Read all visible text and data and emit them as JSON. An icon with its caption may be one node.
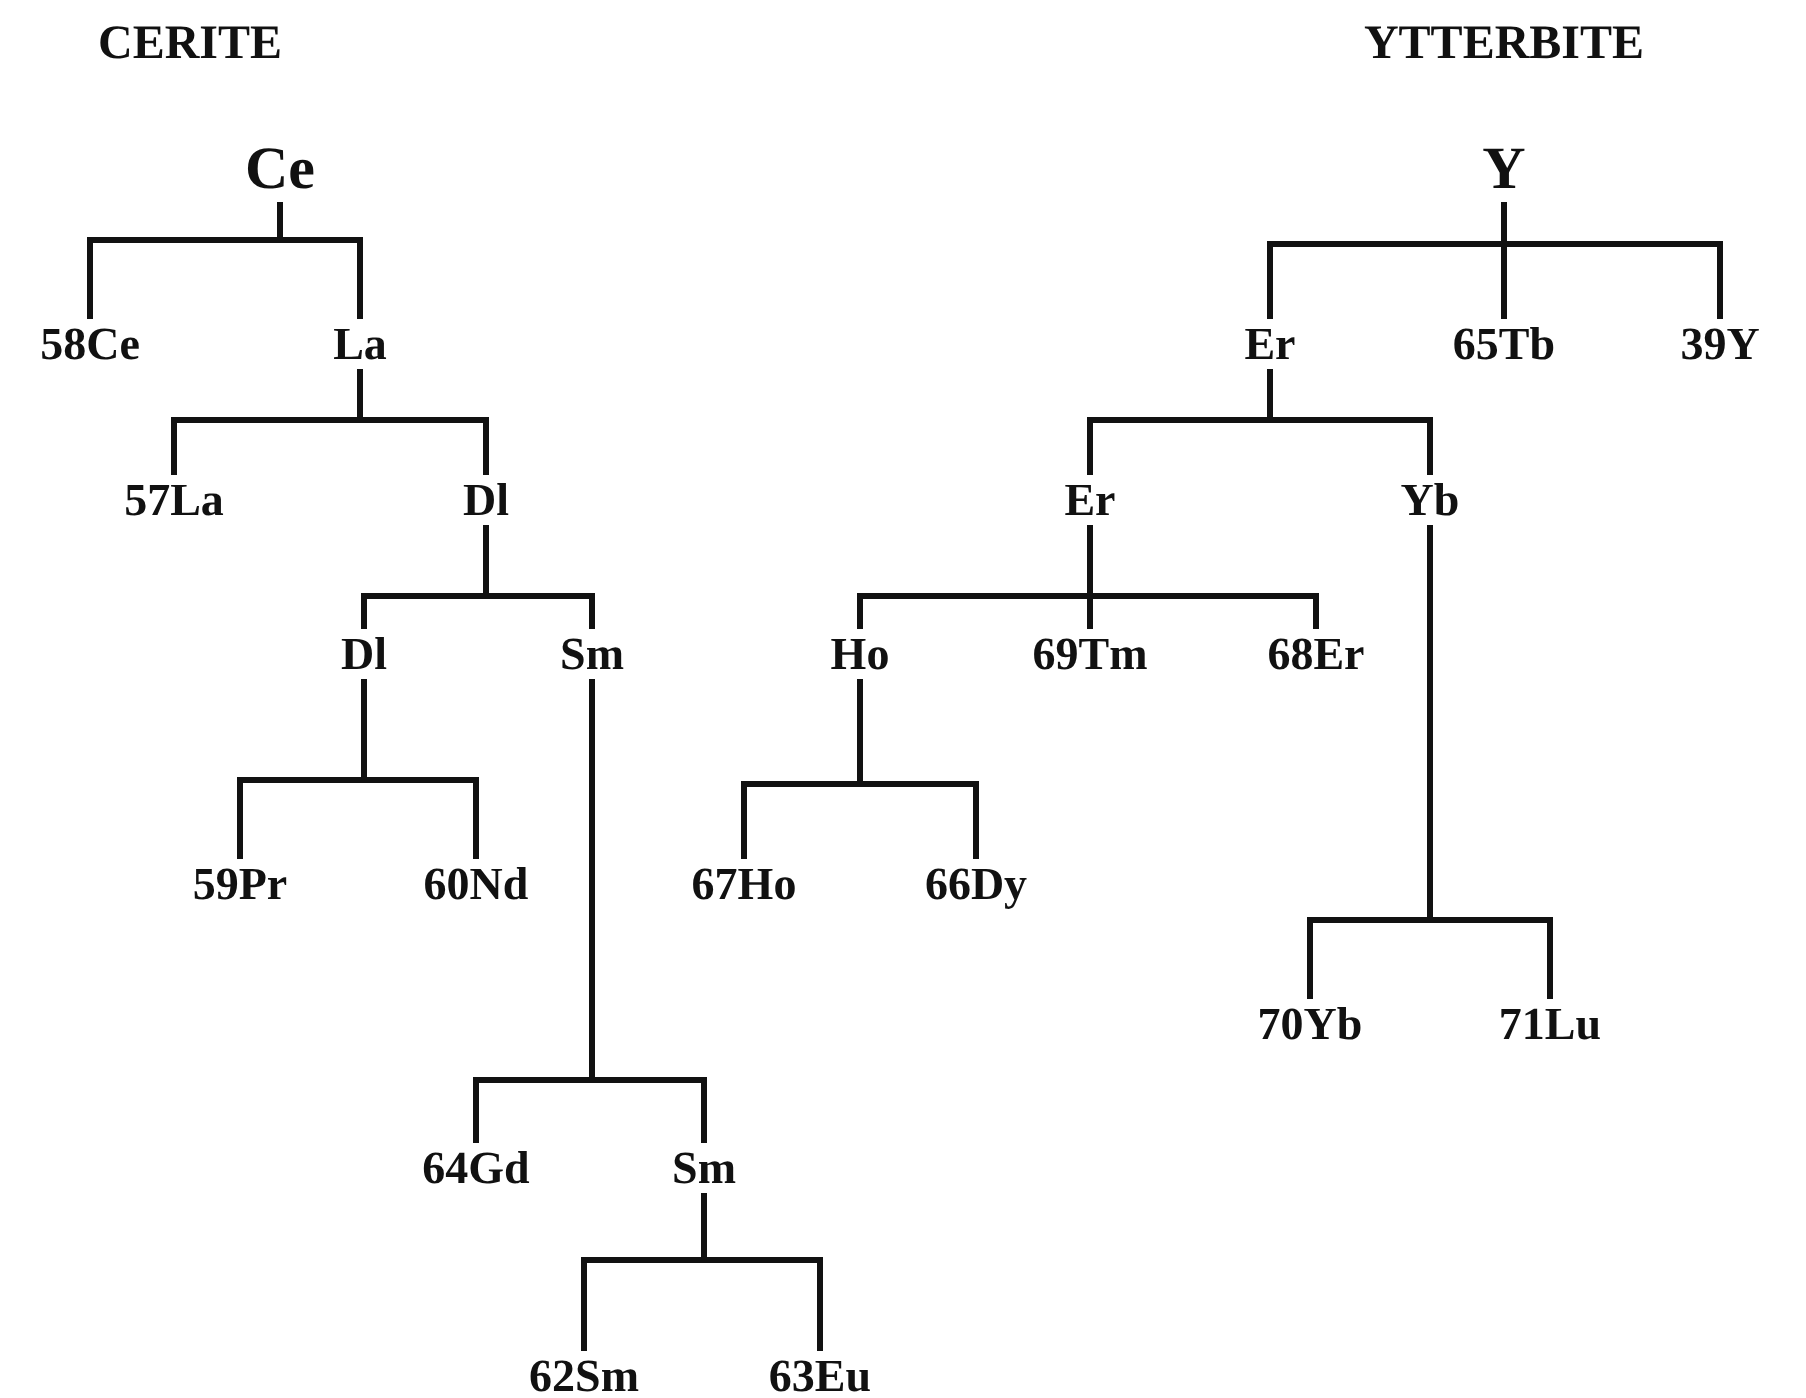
{
  "diagram": {
    "nodes": [
      {
        "text": [
          "Ce"
        ]
      },
      {
        "text": [
          "58Ce"
        ]
      },
      {
        "text": [
          "La"
        ]
      },
      {
        "text": [
          "57La"
        ]
      },
      {
        "text": [
          "Dl"
        ]
      },
      {
        "text": [
          "Dl"
        ]
      },
      {
        "text": [
          "Sm"
        ]
      },
      {
        "text": [
          "59Pr"
        ]
      },
      {
        "text": [
          "60Nd"
        ]
      },
      {
        "text": [
          "64Gd"
        ]
      },
      {
        "text": [
          "Sm"
        ]
      },
      {
        "text": [
          "62Sm"
        ]
      },
      {
        "text": [
          "63Eu"
        ]
      },
      {
        "text": [
          "Y"
        ]
      },
      {
        "text": [
          "Er"
        ]
      },
      {
        "text": [
          "65Tb"
        ]
      },
      {
        "text": [
          "39Y"
        ]
      },
      {
        "text": [
          "Er"
        ]
      },
      {
        "text": [
          "Yb"
        ]
      },
      {
        "text": [
          "Ho"
        ]
      },
      {
        "text": [
          "69Tm"
        ]
      },
      {
        "text": [
          "68Er"
        ]
      },
      {
        "text": [
          "67Ho"
        ]
      },
      {
        "text": [
          "66Dy"
        ]
      },
      {
        "text": [
          "70Yb"
        ]
      },
      {
        "text": [
          "71Lu"
        ]
      }
    ],
    "edges": [
      {
        "from": 0,
        "to": 1,
        "arrow": "none"
      },
      {
        "from": 0,
        "to": 2,
        "arrow": "none"
      },
      {
        "from": 2,
        "to": 3,
        "arrow": "none"
      },
      {
        "from": 2,
        "to": 4,
        "arrow": "none"
      },
      {
        "from": 4,
        "to": 5,
        "arrow": "none"
      },
      {
        "from": 4,
        "to": 6,
        "arrow": "none"
      },
      {
        "from": 5,
        "to": 7,
        "arrow": "none"
      },
      {
        "from": 5,
        "to": 8,
        "arrow": "none"
      },
      {
        "from": 6,
        "to": 9,
        "arrow": "none"
      },
      {
        "from": 6,
        "to": 10,
        "arrow": "none"
      },
      {
        "from": 10,
        "to": 11,
        "arrow": "none"
      },
      {
        "from": 10,
        "to": 12,
        "arrow": "none"
      },
      {
        "from": 13,
        "to": 14,
        "arrow": "none"
      },
      {
        "from": 13,
        "to": 15,
        "arrow": "none"
      },
      {
        "from": 13,
        "to": 16,
        "arrow": "none"
      },
      {
        "from": 14,
        "to": 17,
        "arrow": "none"
      },
      {
        "from": 14,
        "to": 18,
        "arrow": "none"
      },
      {
        "from": 17,
        "to": 19,
        "arrow": "none"
      },
      {
        "from": 17,
        "to": 20,
        "arrow": "none"
      },
      {
        "from": 17,
        "to": 21,
        "arrow": "none"
      },
      {
        "from": 19,
        "to": 22,
        "arrow": "none"
      },
      {
        "from": 19,
        "to": 23,
        "arrow": "none"
      },
      {
        "from": 18,
        "to": 24,
        "arrow": "none"
      },
      {
        "from": 18,
        "to": 25,
        "arrow": "none"
      }
    ],
    "labels": [
      "CERITE",
      "YTTERBITE"
    ]
  }
}
